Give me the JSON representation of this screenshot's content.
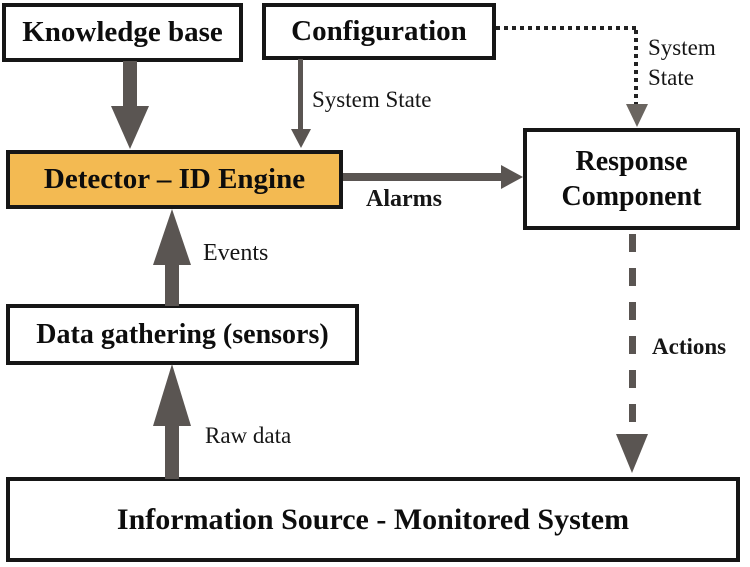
{
  "diagram": {
    "boxes": {
      "knowledge_base": {
        "label": "Knowledge base"
      },
      "configuration": {
        "label": "Configuration"
      },
      "detector": {
        "label": "Detector – ID Engine"
      },
      "response": {
        "line1": "Response",
        "line2": "Component"
      },
      "data_gathering": {
        "label": "Data gathering (sensors)"
      },
      "information_source": {
        "label": "Information Source - Monitored System"
      }
    },
    "edge_labels": {
      "config_to_detector": "System State",
      "config_to_response_line1": "System",
      "config_to_response_line2": "State",
      "detector_to_response": "Alarms",
      "data_to_detector": "Events",
      "source_to_data": "Raw data",
      "response_to_source": "Actions"
    },
    "colors": {
      "detector_fill": "#F3BA52",
      "arrow_gray": "#5A5552",
      "border_black": "#161616",
      "dot_black": "#222222"
    }
  }
}
